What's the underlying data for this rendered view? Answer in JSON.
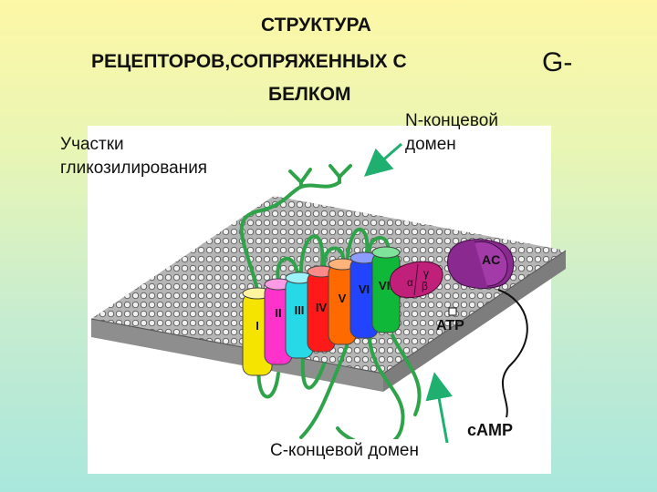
{
  "title": {
    "line1": "СТРУКТУРА",
    "line2": "РЕЦЕПТОРОВ,СОПРЯЖЕННЫХ С",
    "line3": "БЕЛКОМ",
    "g_suffix": "G-"
  },
  "annotations": {
    "glycosylation": "Участки гликозилирования",
    "n_terminal": "N-концевой домен",
    "c_terminal": "C-концевой домен"
  },
  "helices": [
    "I",
    "II",
    "III",
    "IV",
    "V",
    "VI",
    "VII"
  ],
  "helix_colors": [
    "#f5e400",
    "#ff33cc",
    "#27d8e6",
    "#ff1a1a",
    "#ff6a00",
    "#2244ff",
    "#10b83a"
  ],
  "g_protein_labels": [
    "α",
    "β",
    "γ"
  ],
  "enzyme_label": "AC",
  "atp_label": "ATP",
  "camp_label": "cAMP",
  "colors": {
    "membrane": "#9a9a9a",
    "loops": "#2fa34a",
    "g_protein": "#c0207a",
    "adenylyl_cyclase": "#8a2a90",
    "arrow": "#1fb070"
  }
}
